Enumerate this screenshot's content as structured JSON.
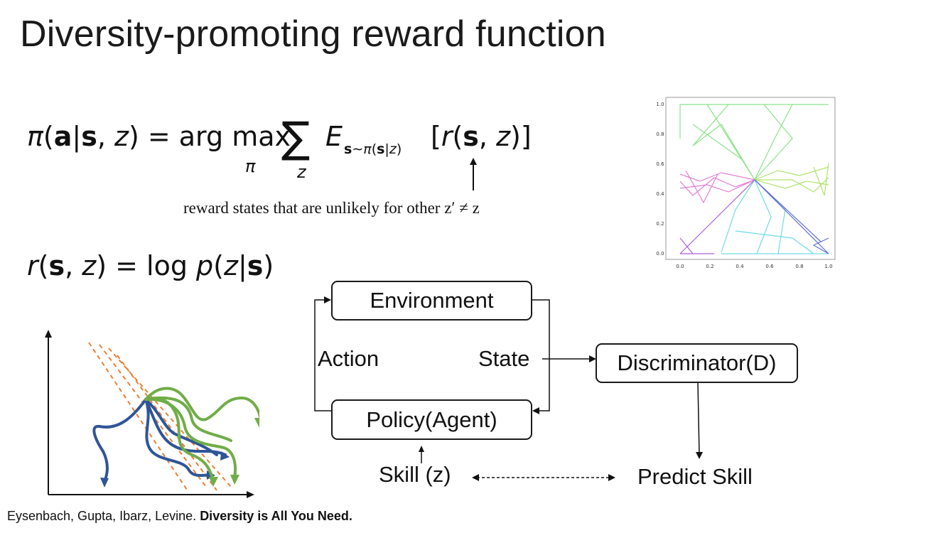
{
  "slide": {
    "title": "Diversity-promoting reward function"
  },
  "equations": {
    "policy": "π(a|s, z) = arg max_π Σ_z E_{s∼π(s|z)}[r(s, z)]",
    "policy_note": "reward states that are unlikely for other z′ ≠ z",
    "reward": "r(s, z) = log p(z|s)"
  },
  "flow_diagram": {
    "environment_label": "Environment",
    "policy_label": "Policy(Agent)",
    "discriminator_label": "Discriminator(D)",
    "action_label": "Action",
    "state_label": "State",
    "skill_label": "Skill (z)",
    "predict_label": "Predict Skill"
  },
  "skill_plot": {
    "y_tick_labels": [
      "0.0",
      "0.2",
      "0.4",
      "0.6",
      "0.8",
      "1.0"
    ],
    "x_tick_labels": [
      "0.0",
      "0.2",
      "0.4",
      "0.6",
      "0.8",
      "1.0"
    ],
    "series_colors": [
      "#7ee07e",
      "#e070d0",
      "#a8e060",
      "#60d8e0",
      "#5060d0",
      "#a050d0"
    ]
  },
  "sketch": {
    "colors": {
      "blue": "#2f5597",
      "green": "#70ad47",
      "orange": "#ed7d31"
    }
  },
  "citation": {
    "authors": "Eysenbach, Gupta, Ibarz, Levine.",
    "paper": "Diversity is All You Need."
  }
}
